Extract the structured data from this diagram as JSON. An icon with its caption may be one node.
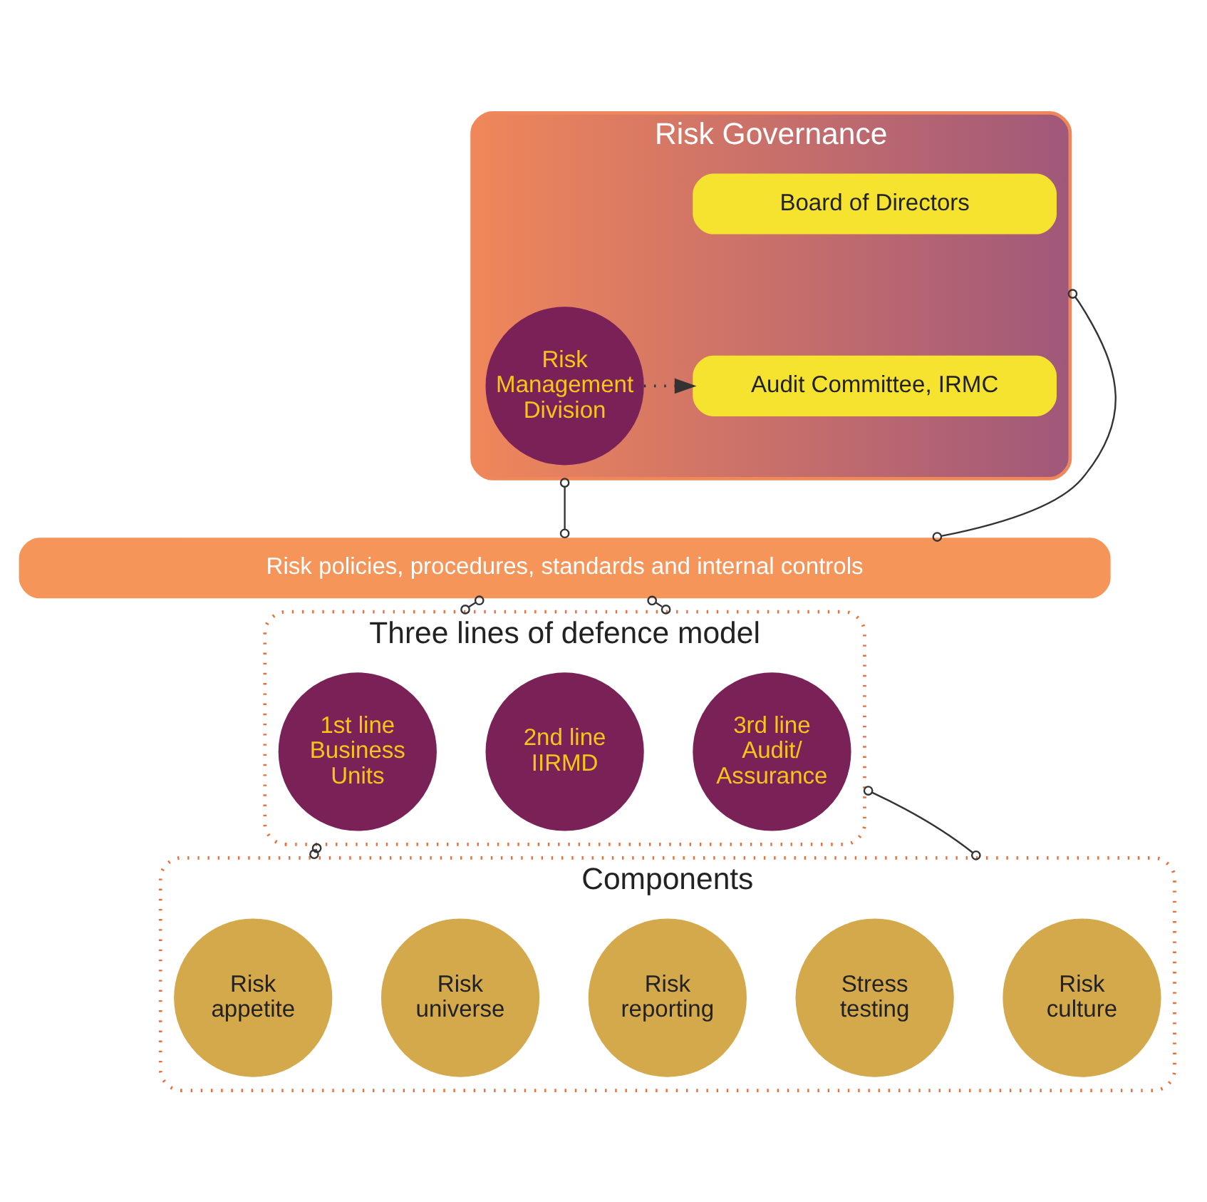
{
  "diagram": {
    "nodes": [
      {
        "text": [
          "Risk Governance"
        ]
      },
      {
        "text": [
          "Board of Directors"
        ],
        "in": 0
      },
      {
        "text": [
          "Audit Committee, IRMC"
        ],
        "in": 0
      },
      {
        "text": [
          "Risk Management Division"
        ],
        "in": 0
      },
      {
        "text": [
          "Risk policies, procedures, standards and internal controls"
        ]
      },
      {
        "text": [
          "Three lines of defence model"
        ]
      },
      {
        "text": [
          "1st line Business Units"
        ],
        "in": 5
      },
      {
        "text": [
          "2nd line IIRMD"
        ],
        "in": 5
      },
      {
        "text": [
          "3rd line Audit/ Assurance"
        ],
        "in": 5
      },
      {
        "text": [
          "Components"
        ]
      },
      {
        "text": [
          "Risk appetite"
        ],
        "in": 9
      },
      {
        "text": [
          "Risk universe"
        ],
        "in": 9
      },
      {
        "text": [
          "Risk reporting"
        ],
        "in": 9
      },
      {
        "text": [
          "Stress testing"
        ],
        "in": 9
      },
      {
        "text": [
          "Risk culture"
        ],
        "in": 9
      }
    ],
    "edges": [
      {
        "from": 3,
        "to": 2,
        "arrow": "to",
        "style": "dashed"
      },
      {
        "from": 0,
        "to": 4,
        "arrow": "other"
      },
      {
        "from": 0,
        "to": 4,
        "arrow": "other"
      },
      {
        "from": 4,
        "to": 5,
        "arrow": "other"
      },
      {
        "from": 4,
        "to": 5,
        "arrow": "other"
      },
      {
        "from": 5,
        "to": 9,
        "arrow": "other"
      },
      {
        "from": 5,
        "to": 9,
        "arrow": "other"
      }
    ]
  }
}
